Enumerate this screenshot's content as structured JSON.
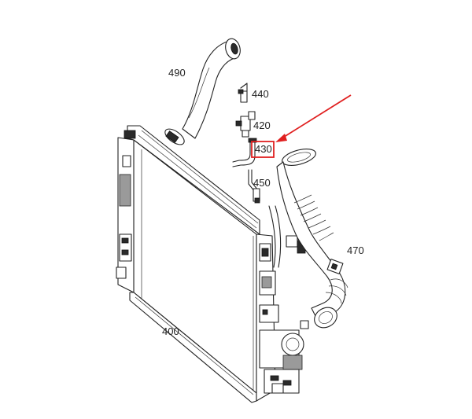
{
  "diagram": {
    "parts": [
      {
        "id": "part-490",
        "label": "490"
      },
      {
        "id": "part-440",
        "label": "440"
      },
      {
        "id": "part-420",
        "label": "420"
      },
      {
        "id": "part-430",
        "label": "430"
      },
      {
        "id": "part-450",
        "label": "450"
      },
      {
        "id": "part-470",
        "label": "470"
      },
      {
        "id": "part-400",
        "label": "400"
      }
    ],
    "highlight": {
      "part": "430",
      "color": "#e02020"
    }
  }
}
